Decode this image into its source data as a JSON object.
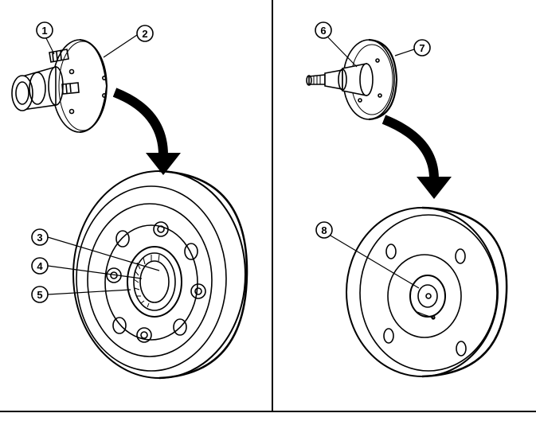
{
  "figure": {
    "panels": [
      {
        "name": "left-panel",
        "callouts": [
          "1",
          "2",
          "3",
          "4",
          "5"
        ]
      },
      {
        "name": "right-panel",
        "callouts": [
          "6",
          "7",
          "8"
        ]
      }
    ]
  },
  "colors": {
    "ink": "#000000",
    "paper": "#ffffff"
  }
}
